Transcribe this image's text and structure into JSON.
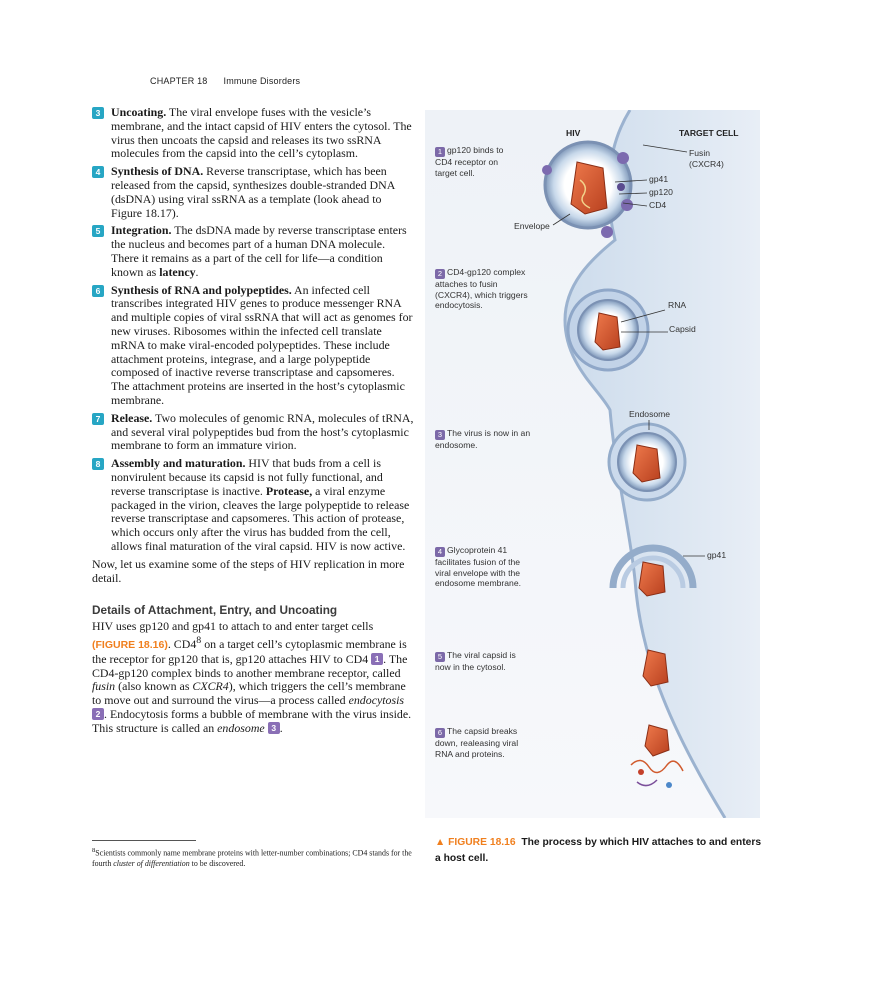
{
  "header": {
    "chapter": "CHAPTER 18",
    "section": "Immune Disorders"
  },
  "steps": [
    {
      "num": "3",
      "title": "Uncoating.",
      "text": " The viral envelope fuses with the vesicle’s membrane, and the intact capsid of HIV enters the cytosol. The virus then uncoats the capsid and releases its two ssRNA molecules from the capsid into the cell’s cytoplasm."
    },
    {
      "num": "4",
      "title": "Synthesis of DNA.",
      "text": " Reverse transcriptase, which has been released from the capsid, synthesizes double-stranded DNA (dsDNA) using viral ssRNA as a template (look ahead to Figure 18.17)."
    },
    {
      "num": "5",
      "title": "Integration.",
      "text_a": " The dsDNA made by reverse transcriptase enters the nucleus and becomes part of a human DNA molecule. There it remains as a part of the cell for life—a condition known as ",
      "bold": "latency",
      "text_b": "."
    },
    {
      "num": "6",
      "title": "Synthesis of RNA and polypeptides.",
      "text": " An infected cell transcribes integrated HIV genes to produce messenger RNA and multiple copies of viral ssRNA that will act as genomes for new viruses. Ribosomes within the infected cell translate mRNA to make viral-encoded polypeptides. These include attachment proteins, integrase, and a large polypeptide composed of inactive reverse transcriptase and capsomeres. The attachment proteins are inserted in the host’s cytoplasmic membrane."
    },
    {
      "num": "7",
      "title": "Release.",
      "text": " Two molecules of genomic RNA, molecules of tRNA, and several viral polypeptides bud from the host’s cytoplasmic membrane to form an immature virion."
    },
    {
      "num": "8",
      "title": "Assembly and maturation.",
      "text_a": " HIV that buds from a cell is nonvirulent because its capsid is not fully functional, and reverse transcriptase is inactive. ",
      "bold": "Protease,",
      "text_b": " a viral enzyme packaged in the virion, cleaves the large polypeptide to release reverse transcriptase and capsomeres. This action of protease, which occurs only after the virus has budded from the cell, allows final maturation of the viral capsid. HIV is now active."
    }
  ],
  "transition": "Now, let us examine some of the steps of HIV replication in more detail.",
  "section_heading": "Details of Attachment, Entry, and Uncoating",
  "body": {
    "t1": "HIV uses gp120 and gp41 to attach to and enter target cells ",
    "figref": "(FIGURE 18.16)",
    "t2": ". CD4",
    "sup": "8",
    "t3": " on a target cell’s cytoplasmic membrane is the receptor for gp120 that is, gp120 attaches HIV to CD4 ",
    "n1": "1",
    "t4": ". The CD4-gp120 complex binds to another membrane receptor, called ",
    "em1": "fusin",
    "t5": " (also known as ",
    "em2": "CXCR4",
    "t6": "), which triggers the cell’s membrane to move out and surround the virus—a process called ",
    "em3": "endocytosis",
    "t7": " ",
    "n2": "2",
    "t8": ". Endocytosis forms a bubble of membrane with the virus inside. This structure is called an ",
    "em4": "endosome",
    "t9": " ",
    "n3": "3",
    "t10": "."
  },
  "footnote": {
    "sup": "8",
    "text_a": "Scientists commonly name membrane proteins with letter-number combinations; CD4 stands for the fourth ",
    "em": "cluster of differentiation",
    "text_b": " to be discovered."
  },
  "figure": {
    "hiv": "HIV",
    "target_cell": "TARGET CELL",
    "fusin": "Fusin",
    "cxcr4": "(CXCR4)",
    "gp41": "gp41",
    "gp120": "gp120",
    "cd4": "CD4",
    "envelope": "Envelope",
    "rna": "RNA",
    "capsid": "Capsid",
    "endosome": "Endosome",
    "gp41b": "gp41",
    "steps": [
      {
        "num": "1",
        "lines": [
          "gp120 binds to",
          "CD4 receptor on",
          "target cell."
        ]
      },
      {
        "num": "2",
        "lines": [
          "CD4-gp120 complex",
          "attaches to fusin",
          "(CXCR4), which triggers",
          "endocytosis."
        ]
      },
      {
        "num": "3",
        "lines": [
          "The virus is now in an",
          "endosome."
        ]
      },
      {
        "num": "4",
        "lines": [
          "Glycoprotein 41",
          "facilitates fusion of the",
          "viral envelope with the",
          "endosome membrane."
        ]
      },
      {
        "num": "5",
        "lines": [
          "The viral capsid is",
          "now in the cytosol."
        ]
      },
      {
        "num": "6",
        "lines": [
          "The capsid breaks",
          "down, realeasing viral",
          "RNA and proteins."
        ]
      }
    ]
  },
  "caption": {
    "marker": "▲",
    "fig": "FIGURE 18.16",
    "text": "The process by which HIV attaches to and enters a host cell."
  },
  "colors": {
    "step_number": "#27a6c4",
    "figure_ref": "#f07f1e",
    "purple_pill": "#8a6fb6",
    "membrane": "#c9d9ea",
    "capsid": "#d9562e"
  }
}
